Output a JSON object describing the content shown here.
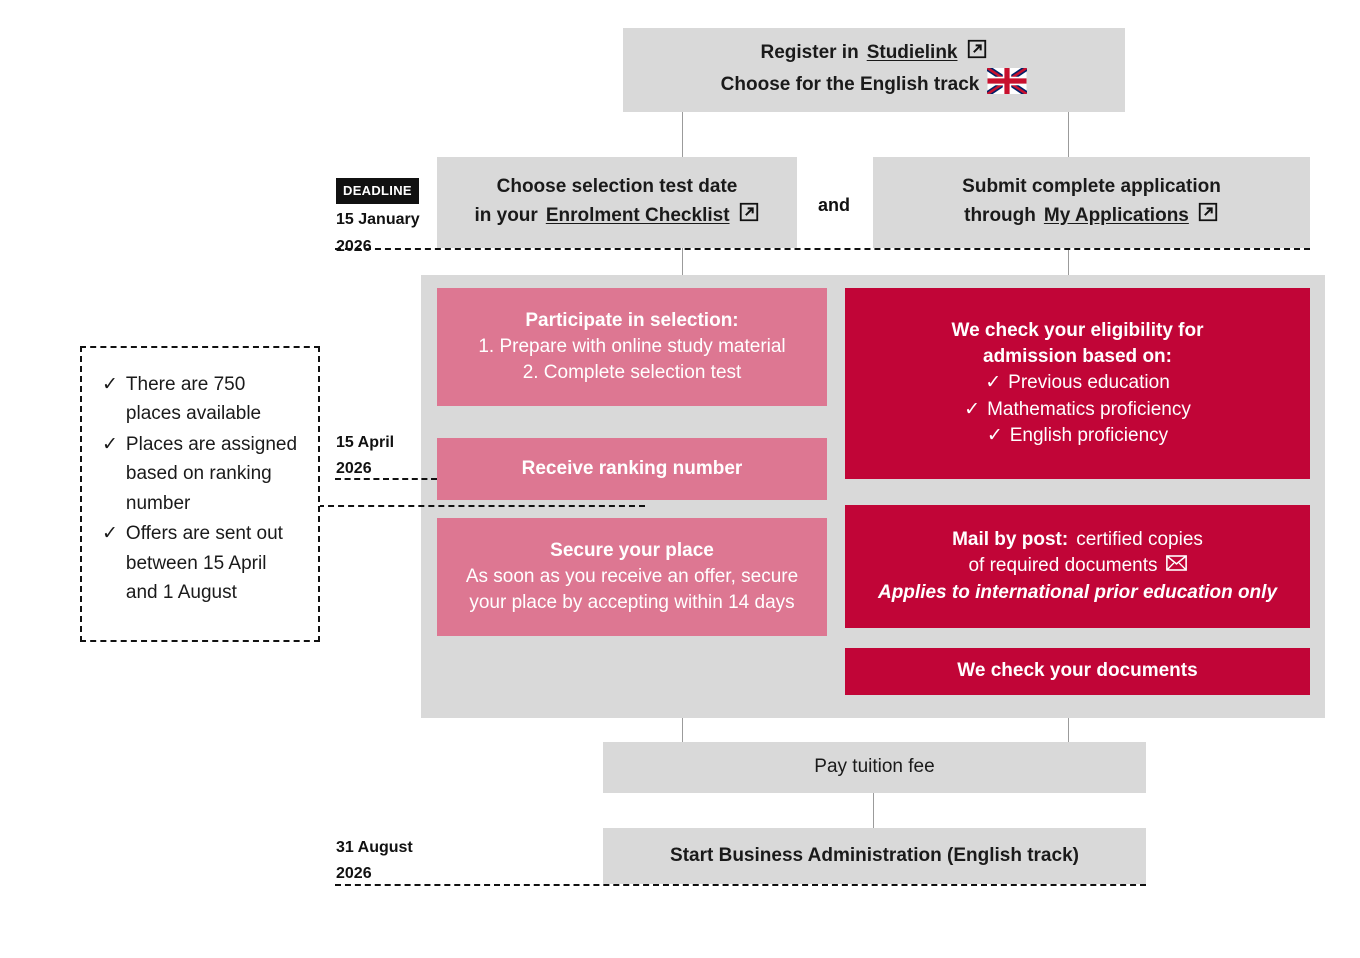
{
  "diagram": {
    "title": "Admission procedure flowchart Business Administration (English track)",
    "colors": {
      "gray": "#d9d9d9",
      "pink": "#dd7792",
      "red": "#c10537",
      "dark": "#111111",
      "white": "#ffffff"
    },
    "steps": {
      "register": {
        "line1_a": "Register in",
        "line1_link": "Studielink",
        "line2": "Choose for the English track"
      },
      "selection_test": {
        "line1": "Choose selection test date",
        "line2_a": "in your",
        "line2_link": "Enrolment Checklist"
      },
      "and_label": "and",
      "submit_application": {
        "line1": "Submit complete application",
        "line2_a": "through",
        "line2_link": "My Applications"
      },
      "participate": {
        "title": "Participate in selection:",
        "item1": "1. Prepare with online study material",
        "item2": "2. Complete selection test"
      },
      "ranking": {
        "title": "Receive ranking number"
      },
      "secure": {
        "title": "Secure your place",
        "line1": "As soon as you receive an offer, secure",
        "line2": "your place by accepting within 14 days"
      },
      "eligibility": {
        "line1": "We check your eligibility for",
        "line2": "admission based on:",
        "items": [
          "Previous education",
          "Mathematics proficiency",
          "English proficiency"
        ]
      },
      "mail": {
        "line1_bold": "Mail by post:",
        "line1_rest": "certified copies",
        "line2": "of required documents",
        "line3_italic": "Applies to international prior education only"
      },
      "check_documents": {
        "title": "We check your documents"
      },
      "pay": {
        "title": "Pay tuition fee"
      },
      "start": {
        "title": "Start Business Administration (English track)"
      }
    },
    "dates": {
      "deadline_badge": "DEADLINE",
      "deadline_day": "15 January",
      "deadline_year": "2026",
      "april_day": "15 April",
      "april_year": "2026",
      "august_day": "31 August",
      "august_year": "2026"
    },
    "info_box": {
      "items": [
        "There are 750 places available",
        "Places are assigned based on ranking number",
        "Offers are sent out between 15 April and 1 August"
      ],
      "check_glyph": "✓"
    },
    "icons": {
      "external_link": "external-link-icon",
      "uk_flag": "uk-flag-icon",
      "mail": "✉",
      "check": "✓"
    }
  }
}
